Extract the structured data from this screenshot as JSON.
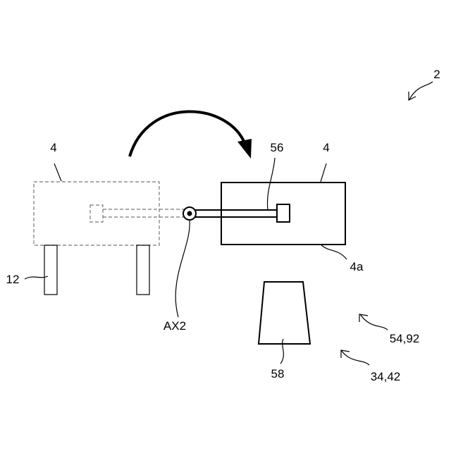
{
  "labels": {
    "device": "2",
    "stage_before": "4",
    "stage_after": "4",
    "rod": "56",
    "stage_surface": "4a",
    "legs": "12",
    "pivot_axis": "AX2",
    "cup": "58",
    "group_a": "54,92",
    "group_b": "34,42"
  }
}
